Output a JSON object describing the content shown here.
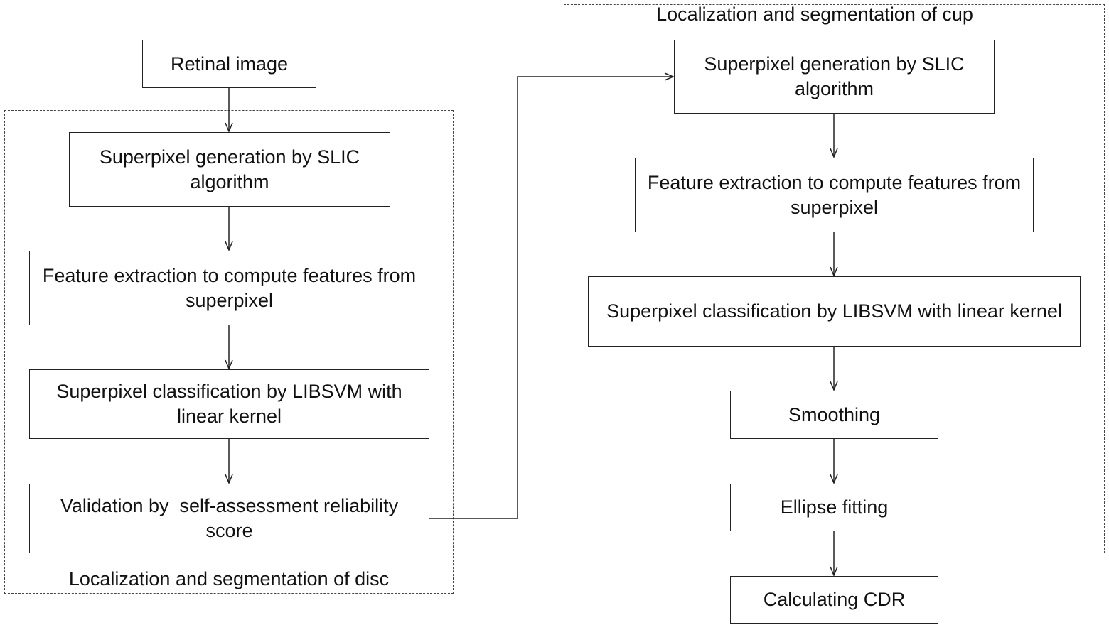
{
  "disc_group": {
    "label": "Localization and segmentation of disc",
    "steps": [
      "Superpixel generation by SLIC algorithm",
      "Feature extraction to compute features from superpixel",
      "Superpixel classification by LIBSVM with linear kernel",
      "Validation by  self-assessment reliability score"
    ]
  },
  "input_node": "Retinal image",
  "cup_group": {
    "label": "Localization and segmentation of cup",
    "steps": [
      "Superpixel generation by SLIC algorithm",
      "Feature extraction to compute features from superpixel",
      "Superpixel classification by LIBSVM with linear kernel",
      "Smoothing",
      "Ellipse fitting"
    ]
  },
  "output_node": "Calculating CDR",
  "colors": {
    "stroke": "#222222",
    "dashed_border": "#444444",
    "background": "#ffffff"
  }
}
